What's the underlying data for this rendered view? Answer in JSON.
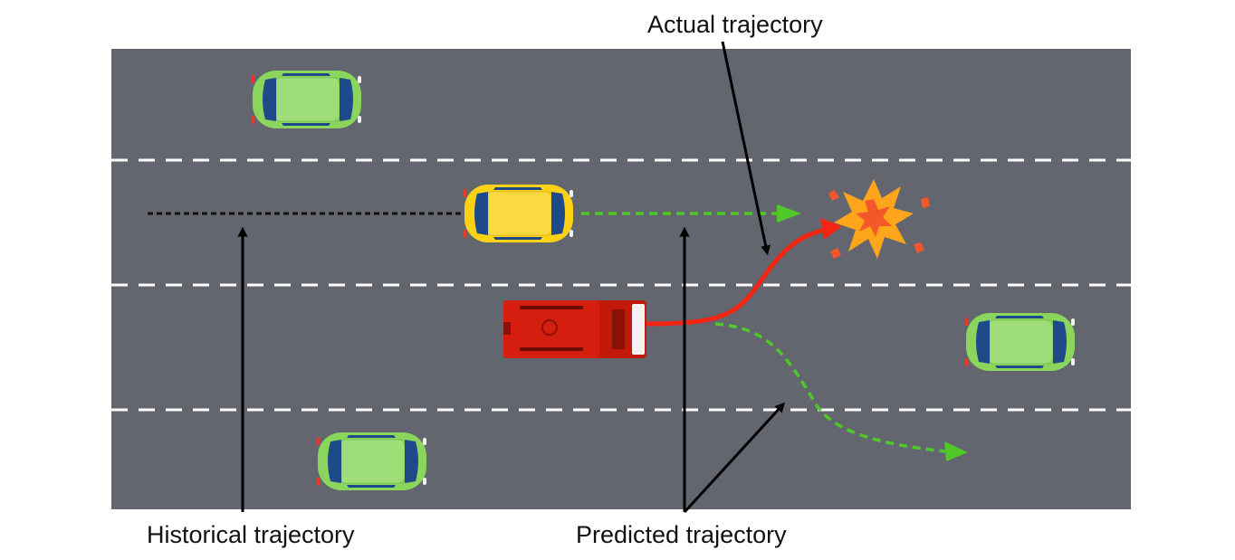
{
  "labels": {
    "actual": "Actual trajectory",
    "historical": "Historical trajectory",
    "predicted": "Predicted trajectory"
  },
  "colors": {
    "road": "#63666e",
    "lane_marking": "#ffffff",
    "car_body": "#8ad65c",
    "taxi_body": "#fcd116",
    "truck_body": "#d51e10",
    "predicted_path": "#4fc82a",
    "actual_path": "#f42613",
    "history_path": "#111111",
    "arrow": "#000000",
    "explosion": "#ffa51c"
  },
  "icons": {
    "car": "car-icon",
    "taxi": "taxi-icon",
    "truck": "fire-truck-icon",
    "collision": "collision-explosion-icon"
  }
}
